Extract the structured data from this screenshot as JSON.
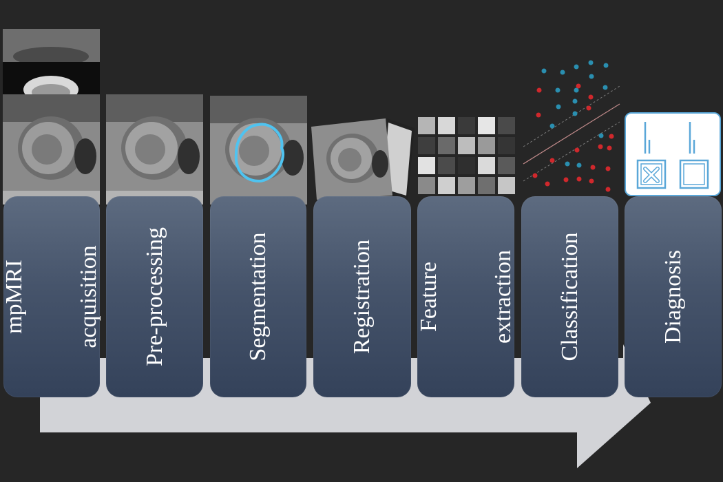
{
  "pipeline": {
    "steps": [
      {
        "id": "mpmri-acquisition",
        "label_lines": [
          "mpMRI",
          "acquisition"
        ]
      },
      {
        "id": "pre-processing",
        "label_lines": [
          "Pre-processing"
        ]
      },
      {
        "id": "segmentation",
        "label_lines": [
          "Segmentation"
        ]
      },
      {
        "id": "registration",
        "label_lines": [
          "Registration"
        ]
      },
      {
        "id": "feature-extraction",
        "label_lines": [
          "Feature",
          "extraction"
        ]
      },
      {
        "id": "classification",
        "label_lines": [
          "Classification"
        ]
      },
      {
        "id": "diagnosis",
        "label_lines": [
          "Diagnosis"
        ]
      }
    ]
  },
  "colors": {
    "background": "#262626",
    "box_top": "#5d6b80",
    "box_bottom": "#34425a",
    "arrow": "#d2d3d7",
    "segmentation_contour": "#4fc3f0",
    "class_blue": "#2a8fb0",
    "class_red": "#d0282c",
    "diagnosis_accent": "#5aa7d8"
  },
  "icons": [
    "mri-thumbnail",
    "feature-grid-icon",
    "scatter-classification-icon",
    "diagnosis-card-icon",
    "cross-box-icon",
    "empty-box-icon"
  ]
}
